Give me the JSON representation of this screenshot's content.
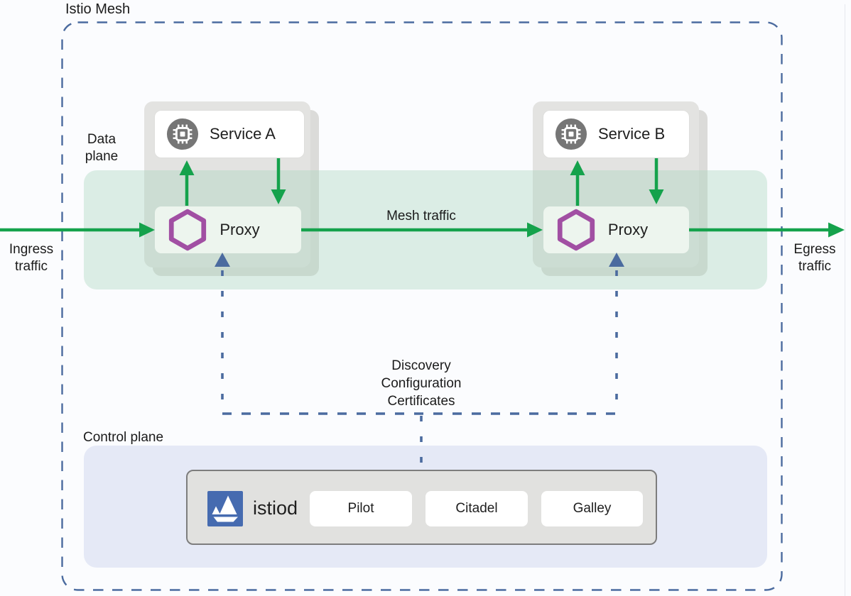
{
  "mesh": {
    "title": "Istio Mesh"
  },
  "labels": {
    "data_plane_line1": "Data",
    "data_plane_line2": "plane",
    "ingress_line1": "Ingress",
    "ingress_line2": "traffic",
    "egress_line1": "Egress",
    "egress_line2": "traffic",
    "mesh_traffic": "Mesh traffic",
    "control_plane": "Control plane",
    "config_lines": [
      "Discovery",
      "Configuration",
      "Certificates"
    ]
  },
  "services": [
    {
      "label": "Service A",
      "icon": "microchip-icon"
    },
    {
      "label": "Service B",
      "icon": "microchip-icon"
    }
  ],
  "proxies": [
    {
      "label": "Proxy",
      "icon": "hexagon-icon"
    },
    {
      "label": "Proxy",
      "icon": "hexagon-icon"
    }
  ],
  "istiod": {
    "label": "istiod",
    "icon": "istio-sailboat-logo",
    "components": [
      {
        "label": "Pilot"
      },
      {
        "label": "Citadel"
      },
      {
        "label": "Galley"
      }
    ]
  },
  "colors": {
    "arrow_green": "#15a24c",
    "hexagon_purple": "#a14fa3",
    "dash_blue": "#4b6b9f",
    "istio_blue": "#466bb0",
    "pod_gray": "#e3e3e1",
    "mesh_band_green": "#dff0e7",
    "control_plane_blue": "#e5e9f6",
    "service_icon_gray": "#767676"
  }
}
